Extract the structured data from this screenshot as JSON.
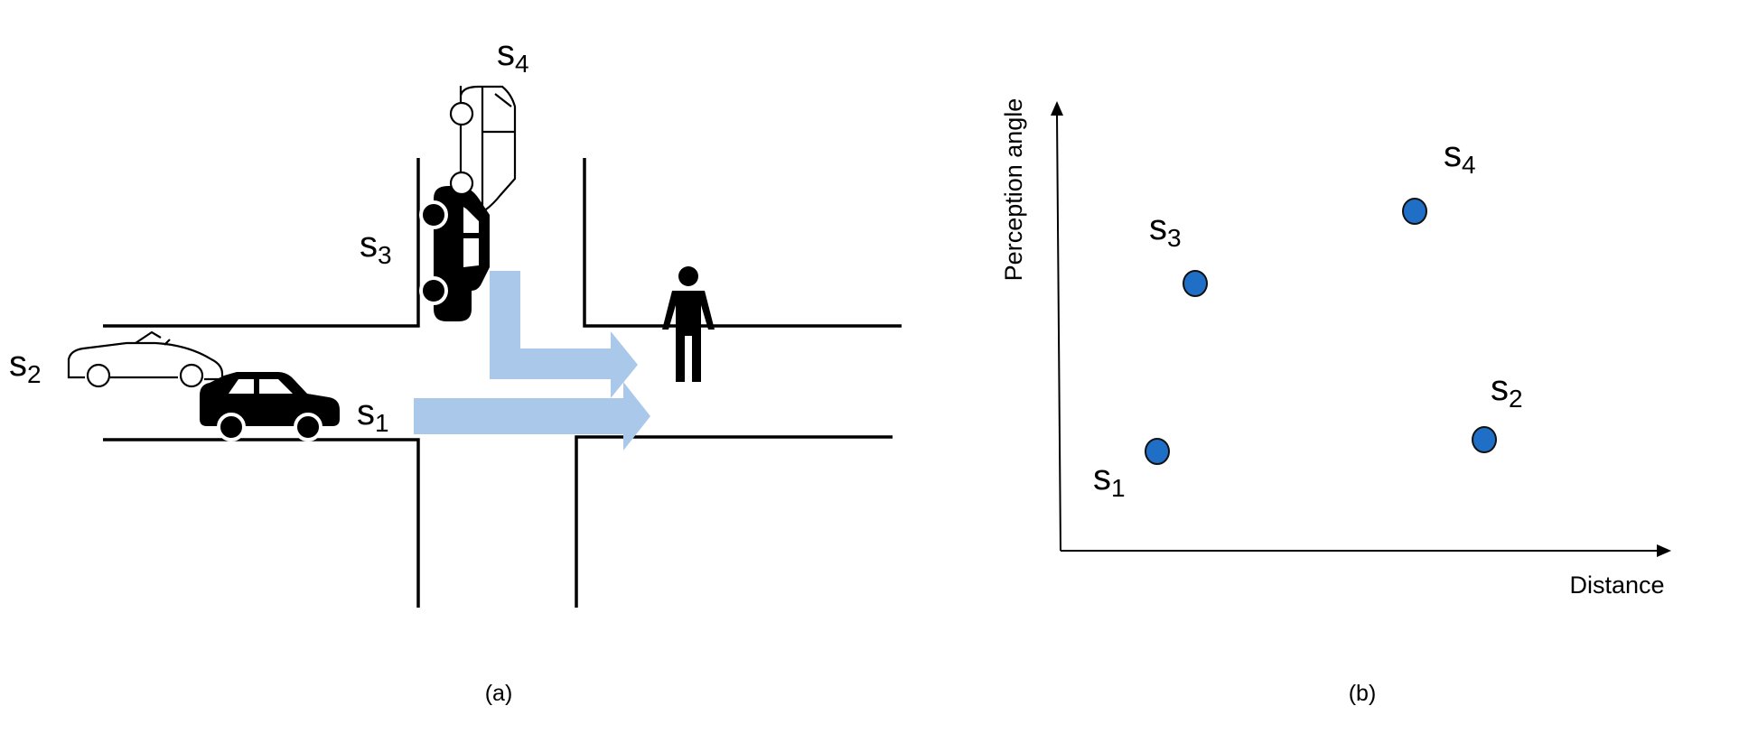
{
  "panel_a": {
    "caption": "(a)",
    "label_letter": "s",
    "vehicles": [
      {
        "id": "s1",
        "sub": "1",
        "style": "filled"
      },
      {
        "id": "s2",
        "sub": "2",
        "style": "outline-convertible"
      },
      {
        "id": "s3",
        "sub": "3",
        "style": "filled"
      },
      {
        "id": "s4",
        "sub": "4",
        "style": "outline"
      }
    ],
    "colors": {
      "arrow": "#aac8ea",
      "road": "#000000"
    }
  },
  "panel_b": {
    "caption": "(b)",
    "axis_x_label": "Distance",
    "axis_y_label": "Perception angle",
    "point_color": "#1f6fc7",
    "points": [
      {
        "letter": "s",
        "sub": "1"
      },
      {
        "letter": "s",
        "sub": "2"
      },
      {
        "letter": "s",
        "sub": "3"
      },
      {
        "letter": "s",
        "sub": "4"
      }
    ]
  }
}
